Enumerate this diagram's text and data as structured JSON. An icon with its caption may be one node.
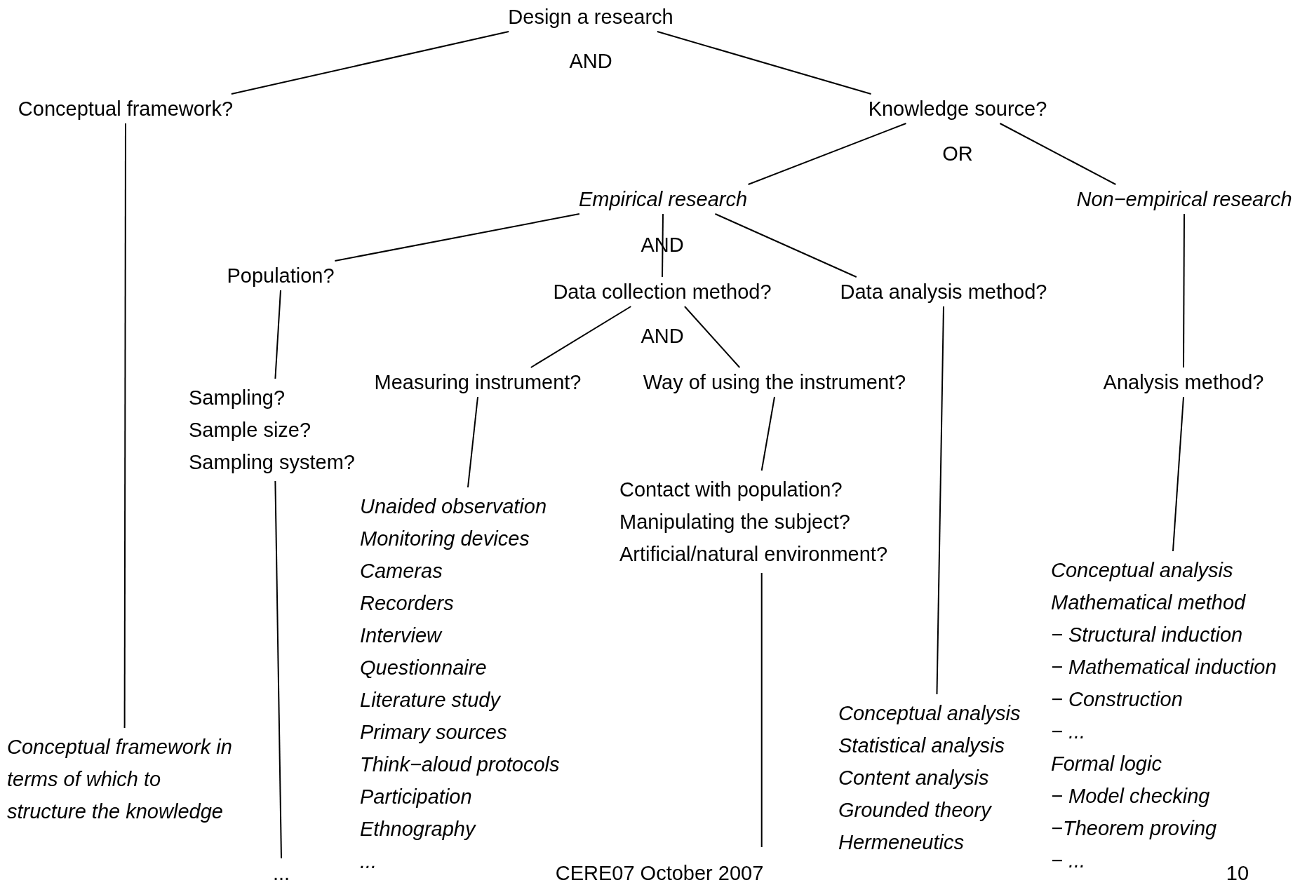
{
  "diagram": {
    "nodes": [
      {
        "text": [
          "Design a research"
        ]
      },
      {
        "text": [
          "Conceptual framework?"
        ]
      },
      {
        "text": [
          "Knowledge source?"
        ]
      },
      {
        "text": [
          "Empirical research"
        ]
      },
      {
        "text": [
          "Non−empirical research"
        ]
      },
      {
        "text": [
          "Population?"
        ]
      },
      {
        "text": [
          "Data collection method?"
        ]
      },
      {
        "text": [
          "Data analysis method?"
        ]
      },
      {
        "text": [
          "Measuring instrument?"
        ]
      },
      {
        "text": [
          "Way of using the instrument?"
        ]
      },
      {
        "text": [
          "Analysis method?"
        ]
      },
      {
        "text": [
          "Sampling?",
          "Sample size?",
          "Sampling system?"
        ]
      },
      {
        "text": [
          "Unaided observation",
          "Monitoring devices",
          "Cameras",
          "Recorders",
          "Interview",
          "Questionnaire",
          "Literature study",
          "Primary sources",
          "Think−aloud protocols",
          "Participation",
          "Ethnography",
          "..."
        ]
      },
      {
        "text": [
          "Contact with population?",
          "Manipulating the subject?",
          "Artificial/natural environment?"
        ]
      },
      {
        "text": [
          "Conceptual analysis",
          "Statistical analysis",
          "Content analysis",
          "Grounded theory",
          "Hermeneutics"
        ]
      },
      {
        "text": [
          "Conceptual analysis",
          "Mathematical method",
          "− Structural induction",
          "− Mathematical induction",
          "− Construction",
          "− ...",
          "Formal logic",
          "− Model checking",
          "−Theorem proving",
          "− ..."
        ]
      },
      {
        "text": [
          "Conceptual framework in terms of which to structure the knowledge"
        ]
      },
      {
        "text": [
          "..."
        ]
      }
    ],
    "edges": [
      {
        "from": 0,
        "to": 1,
        "arrow": "none"
      },
      {
        "from": 0,
        "to": 2,
        "arrow": "none"
      },
      {
        "from": 1,
        "to": 16,
        "arrow": "none"
      },
      {
        "from": 2,
        "to": 3,
        "arrow": "none"
      },
      {
        "from": 2,
        "to": 4,
        "arrow": "none"
      },
      {
        "from": 3,
        "to": 5,
        "arrow": "none"
      },
      {
        "from": 3,
        "to": 6,
        "arrow": "none"
      },
      {
        "from": 3,
        "to": 7,
        "arrow": "none"
      },
      {
        "from": 6,
        "to": 8,
        "arrow": "none"
      },
      {
        "from": 6,
        "to": 9,
        "arrow": "none"
      },
      {
        "from": 5,
        "to": 11,
        "arrow": "none"
      },
      {
        "from": 8,
        "to": 12,
        "arrow": "none"
      },
      {
        "from": 9,
        "to": 13,
        "arrow": "none"
      },
      {
        "from": 7,
        "to": 14,
        "arrow": "none"
      },
      {
        "from": 4,
        "to": 10,
        "arrow": "none"
      },
      {
        "from": 10,
        "to": 15,
        "arrow": "none"
      },
      {
        "from": 11,
        "to": 17,
        "arrow": "none"
      },
      {
        "from": 13,
        "to": null,
        "arrow": "none"
      }
    ],
    "labels": [
      "AND",
      "OR",
      "AND",
      "AND",
      "CERE07 October 2007",
      "10"
    ]
  }
}
